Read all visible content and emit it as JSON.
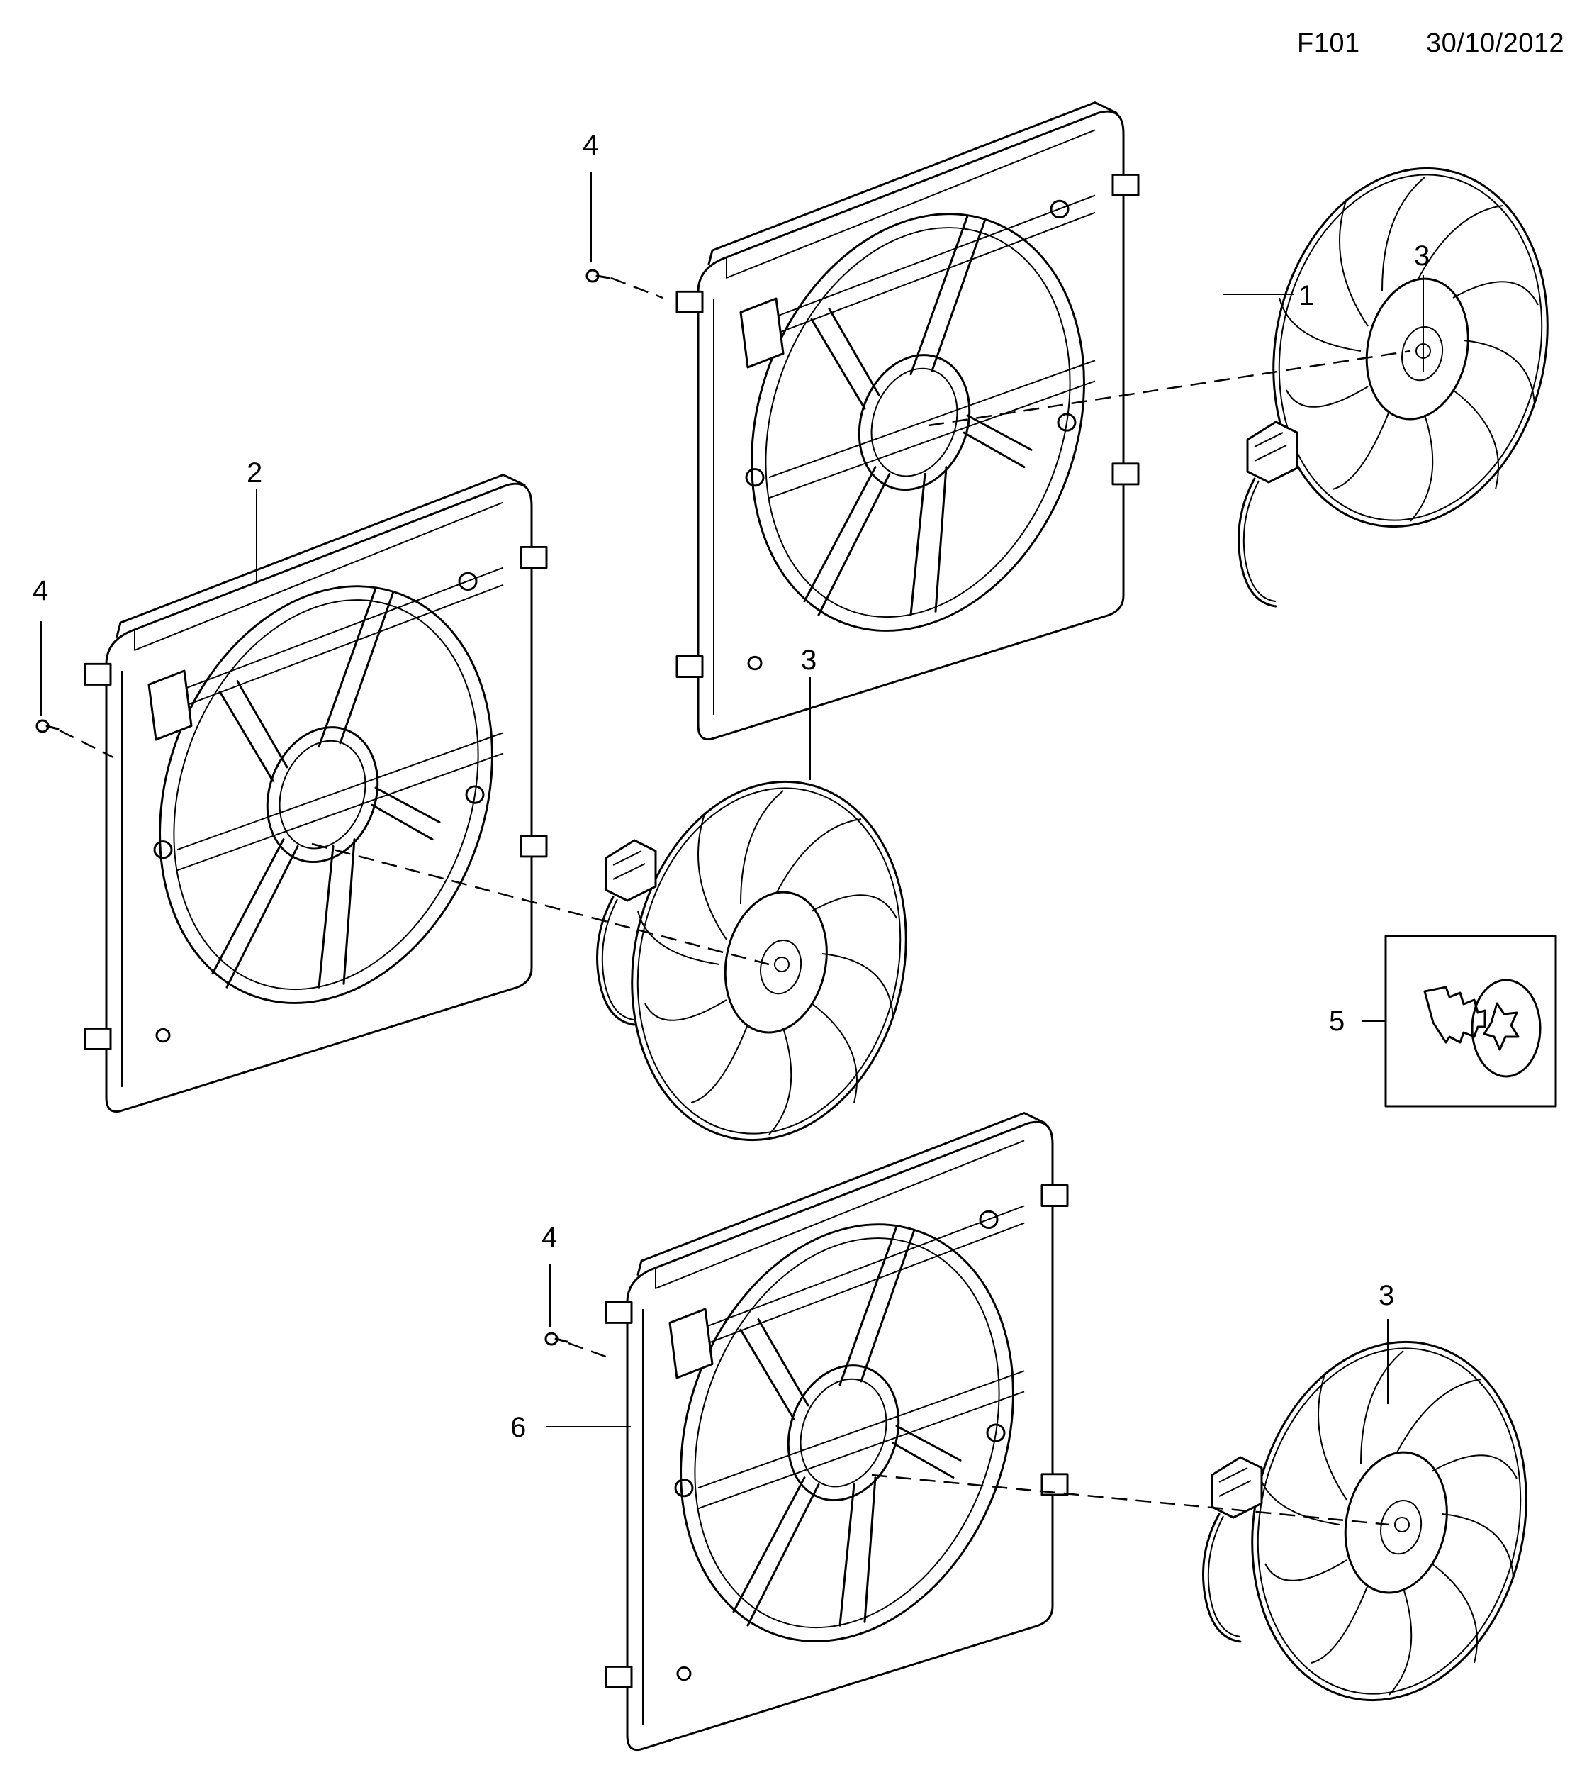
{
  "header": {
    "code": "F101",
    "date": "30/10/2012"
  },
  "callouts": {
    "c1": "1",
    "c2": "2",
    "c3a": "3",
    "c3b": "3",
    "c3c": "3",
    "c4a": "4",
    "c4b": "4",
    "c4c": "4",
    "c5": "5",
    "c6": "6"
  },
  "parts": [
    {
      "ref": "1",
      "depiction": "fan-shroud-assembly"
    },
    {
      "ref": "2",
      "depiction": "fan-shroud-assembly"
    },
    {
      "ref": "3",
      "depiction": "cooling-fan-with-connector"
    },
    {
      "ref": "4",
      "depiction": "screw"
    },
    {
      "ref": "5",
      "depiction": "torx-screw-detail"
    },
    {
      "ref": "6",
      "depiction": "fan-shroud-assembly"
    }
  ]
}
